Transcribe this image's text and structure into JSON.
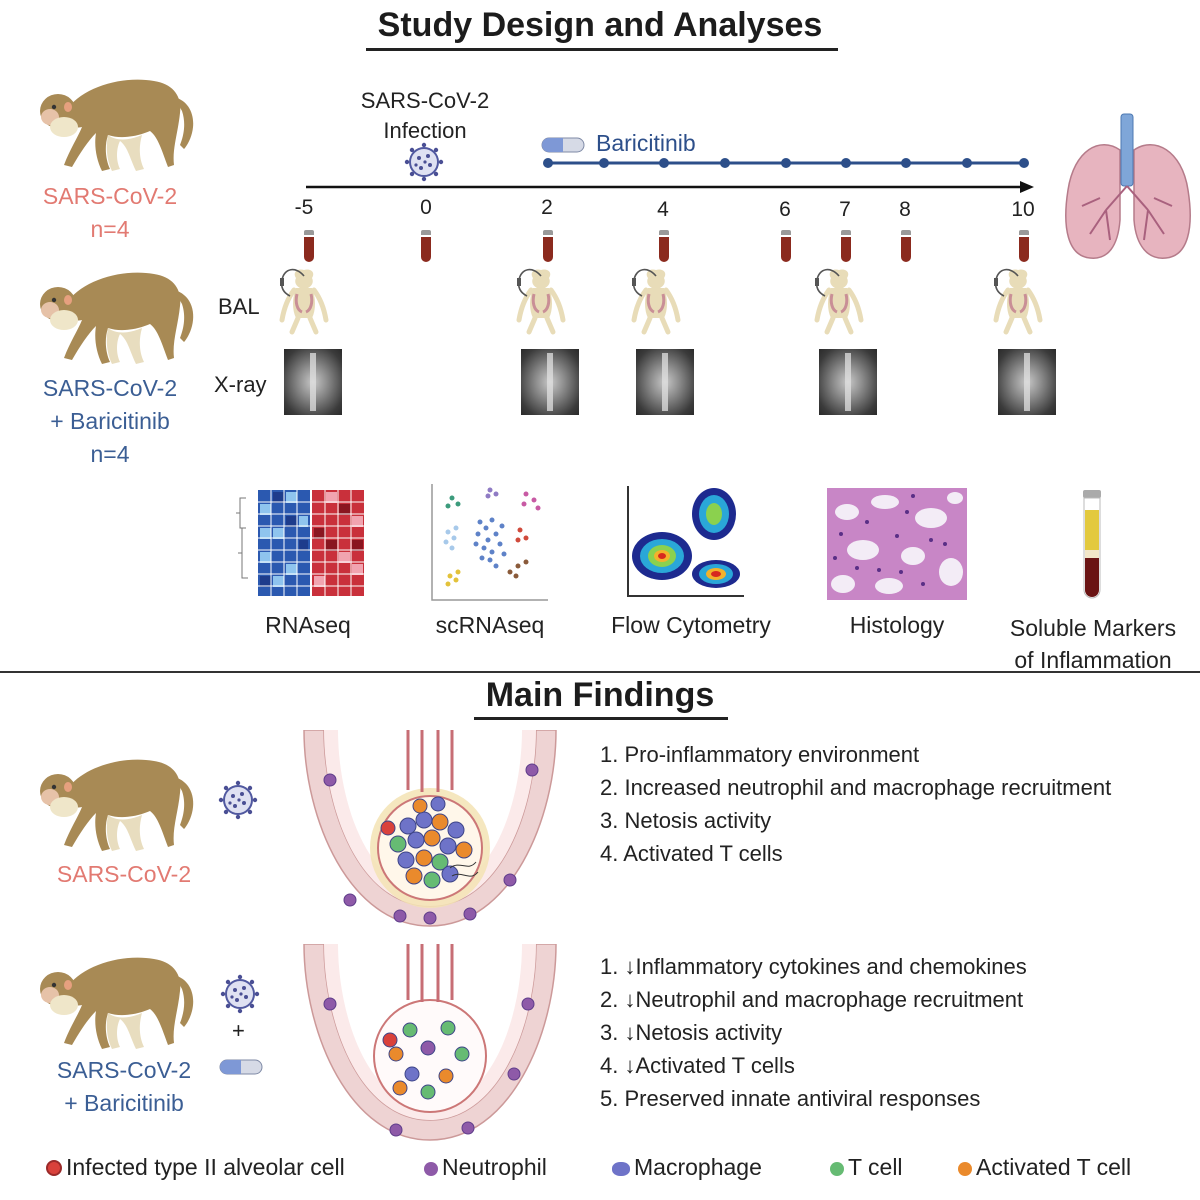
{
  "study": {
    "title": "Study Design and Analyses",
    "infection_label_line1": "SARS-CoV-2",
    "infection_label_line2": "Infection",
    "drug_label": "Baricitinib",
    "timepoints": [
      "-5",
      "0",
      "2",
      "4",
      "6",
      "7",
      "8",
      "10"
    ],
    "procedure_labels": {
      "bal": "BAL",
      "xray": "X-ray"
    }
  },
  "groups": {
    "infected": {
      "line1": "SARS-CoV-2",
      "line2": "n=4",
      "color": "#e27a72"
    },
    "treated": {
      "line1": "SARS-CoV-2",
      "line2": "+ Baricitinib",
      "line3": "n=4",
      "color": "#3b5e94"
    }
  },
  "analyses": [
    {
      "label": "RNAseq"
    },
    {
      "label": "scRNAseq"
    },
    {
      "label": "Flow Cytometry"
    },
    {
      "label": "Histology"
    },
    {
      "label_line1": "Soluble Markers",
      "label_line2": "of Inflammation"
    }
  ],
  "findings": {
    "title": "Main Findings",
    "infected": {
      "label": "SARS-CoV-2",
      "items": [
        "1. Pro-inflammatory environment",
        "2. Increased neutrophil and macrophage recruitment",
        "3. Netosis activity",
        "4. Activated T cells"
      ]
    },
    "treated": {
      "label_line1": "SARS-CoV-2",
      "label_line2": "+ Baricitinib",
      "plus": "+",
      "items": [
        "1. ↓Inflammatory cytokines and chemokines",
        "2. ↓Neutrophil and macrophage recruitment",
        "3. ↓Netosis activity",
        "4. ↓Activated T cells",
        "5. Preserved innate antiviral responses"
      ]
    }
  },
  "legend": [
    {
      "label": "Infected type II alveolar cell",
      "color": "#d9413b"
    },
    {
      "label": "Neutrophil",
      "color": "#8e5aa8"
    },
    {
      "label": "Macrophage",
      "color": "#6e73c8"
    },
    {
      "label": "T cell",
      "color": "#66bb73"
    },
    {
      "label": "Activated T cell",
      "color": "#ea8a2c"
    }
  ],
  "colors": {
    "timeline_blue": "#2d4f8a",
    "monkey": "#a88a55",
    "lung_pink": "#e7b4bf",
    "airway": "#eed3d3"
  }
}
